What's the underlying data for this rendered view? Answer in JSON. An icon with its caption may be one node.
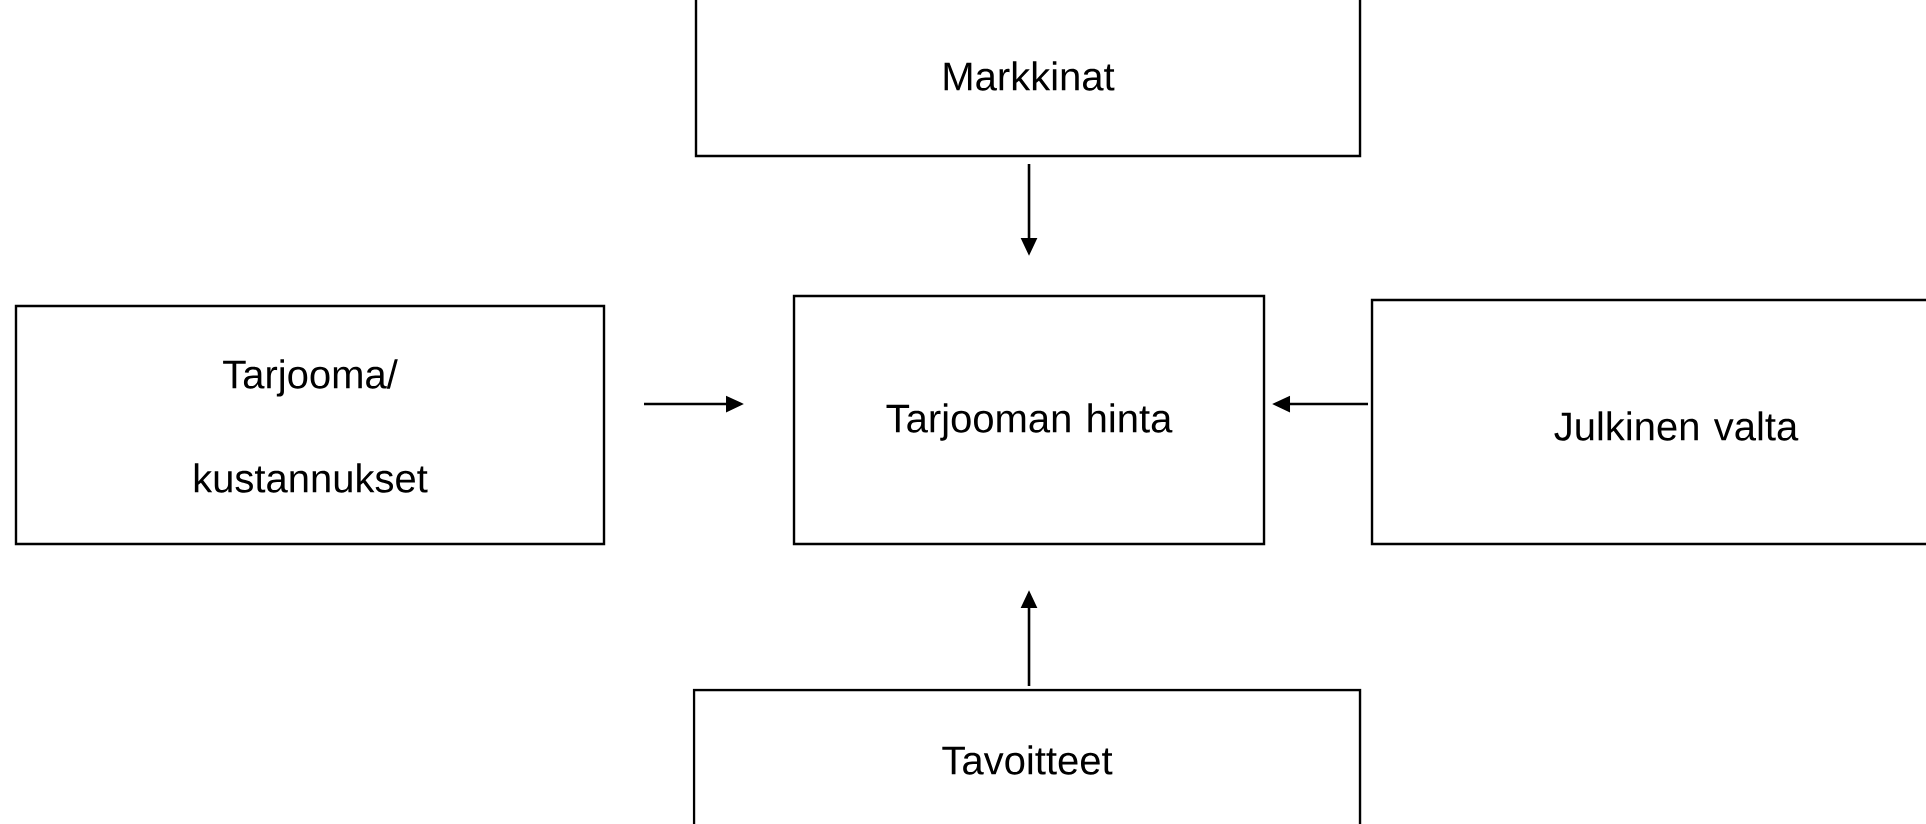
{
  "diagram": {
    "nodes": [
      {
        "text": [
          "Markkinat"
        ]
      },
      {
        "text": [
          "Tarjooma/ kustannukset"
        ]
      },
      {
        "text": [
          "Tarjooman hinta"
        ]
      },
      {
        "text": [
          "Julkinen valta"
        ]
      },
      {
        "text": [
          "Tavoitteet"
        ]
      }
    ],
    "edges": [
      {
        "from": 0,
        "to": 2,
        "arrow": "to"
      },
      {
        "from": 1,
        "to": 2,
        "arrow": "to"
      },
      {
        "from": 3,
        "to": 2,
        "arrow": "to"
      },
      {
        "from": 4,
        "to": 2,
        "arrow": "to"
      }
    ]
  }
}
